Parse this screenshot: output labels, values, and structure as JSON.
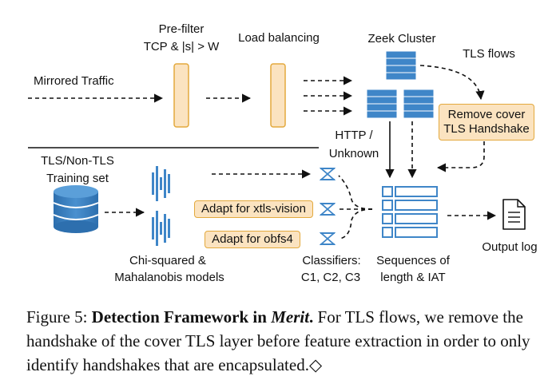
{
  "diagram": {
    "mirrored_traffic": "Mirrored Traffic",
    "prefilter_title": "Pre-filter",
    "prefilter_rule": "TCP & |s| > W",
    "load_balancing": "Load balancing",
    "zeek_cluster": "Zeek Cluster",
    "tls_flows": "TLS flows",
    "remove_cover_line1": "Remove cover",
    "remove_cover_line2": "TLS Handshake",
    "http_line1": "HTTP /",
    "http_line2": "Unknown",
    "training_line1": "TLS/Non-TLS",
    "training_line2": "Training set",
    "adapt_xtls": "Adapt for xtls-vision",
    "adapt_obfs4": "Adapt for obfs4",
    "models_line1": "Chi-squared &",
    "models_line2": "Mahalanobis models",
    "classifiers_line1": "Classifiers:",
    "classifiers_line2": "C1, C2, C3",
    "sequences_line1": "Sequences of",
    "sequences_line2": "length & IAT",
    "output_log": "Output log"
  },
  "caption": {
    "prefix": "Figure 5: ",
    "bold_title": "Detection Framework in ",
    "bold_italic": "Merit",
    "period": ".",
    "body": " For TLS flows, we remove the handshake of the cover TLS layer before feature extraction in order to only identify handshakes that are encapsulated.",
    "end_mark": "◇"
  },
  "colors": {
    "orange_fill": "#fbe3c0",
    "orange_border": "#e3a93d",
    "blue_fill": "#3f86c8",
    "blue_border": "#2d6fae",
    "text": "#111111"
  }
}
